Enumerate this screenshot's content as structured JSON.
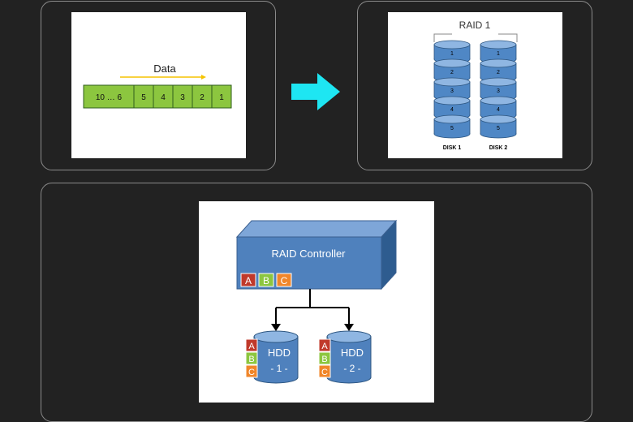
{
  "data_stream": {
    "label": "Data",
    "cells": [
      "10 … 6",
      "5",
      "4",
      "3",
      "2",
      "1"
    ],
    "fill_color": "#8cc63f",
    "arrow_color": "#f5c400"
  },
  "transition_arrow": {
    "color": "#1ee6f2",
    "icon": "right-arrow-icon"
  },
  "raid1": {
    "title": "RAID 1",
    "disks": [
      {
        "label": "DISK 1",
        "blocks": [
          "1",
          "2",
          "3",
          "4",
          "5"
        ]
      },
      {
        "label": "DISK 2",
        "blocks": [
          "1",
          "2",
          "3",
          "4",
          "5"
        ]
      }
    ],
    "disk_color": "#4f87c5"
  },
  "controller": {
    "title": "RAID Controller",
    "blocks": [
      {
        "letter": "A",
        "color": "#c0392b"
      },
      {
        "letter": "B",
        "color": "#8cc63f"
      },
      {
        "letter": "C",
        "color": "#f0862a"
      }
    ],
    "box_color": "#4f81bd",
    "hdds": [
      {
        "name": "HDD",
        "index": "- 1 -"
      },
      {
        "name": "HDD",
        "index": "- 2 -"
      }
    ]
  }
}
